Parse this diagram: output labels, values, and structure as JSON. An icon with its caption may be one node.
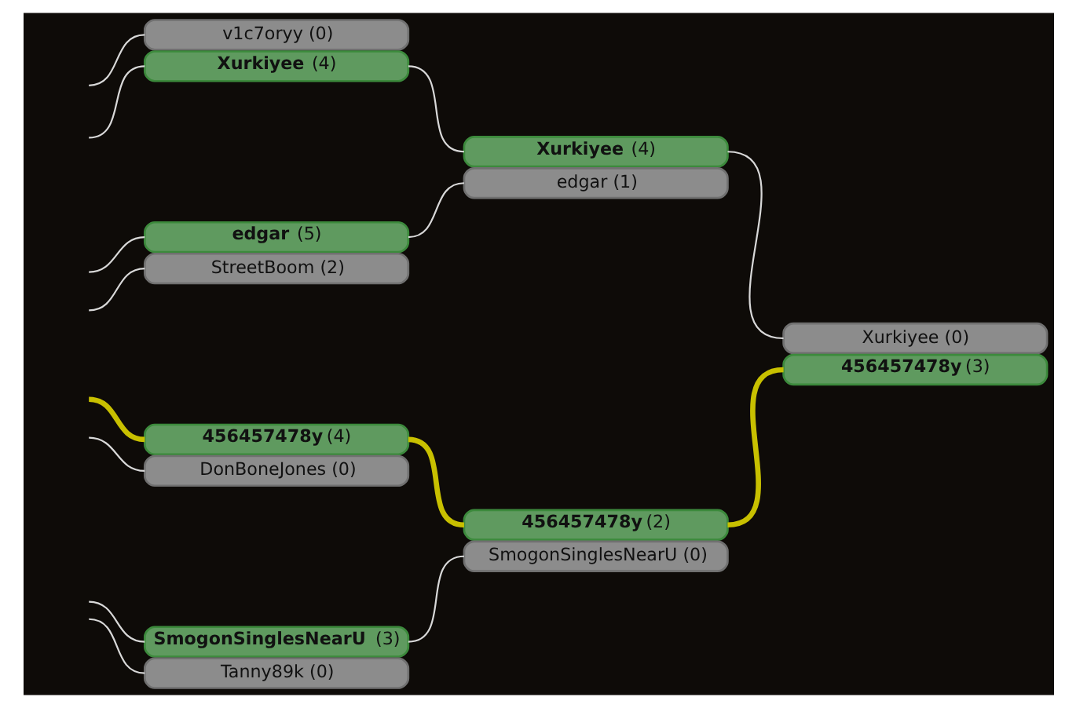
{
  "diagram": {
    "nodes": [
      {
        "text": [
          "v1c7oryy (0)"
        ]
      },
      {
        "text": [
          "**Xurkiyee** (4)"
        ]
      },
      {
        "text": [
          "**Xurkiyee** (4)"
        ]
      },
      {
        "text": [
          "edgar (1)"
        ]
      },
      {
        "text": [
          "**edgar** (5)"
        ]
      },
      {
        "text": [
          "StreetBoom (2)"
        ]
      },
      {
        "text": [
          "Xurkiyee (0)"
        ]
      },
      {
        "text": [
          "**456457478y** (3)"
        ]
      },
      {
        "text": [
          "**456457478y** (4)"
        ]
      },
      {
        "text": [
          "DonBoneJones (0)"
        ]
      },
      {
        "text": [
          "**456457478y** (2)"
        ]
      },
      {
        "text": [
          "SmogonSinglesNearU (0)"
        ]
      },
      {
        "text": [
          "**SmogonSinglesNearU** (3)"
        ]
      },
      {
        "text": [
          "Tanny89k (0)"
        ]
      }
    ],
    "edges": [
      {
        "from": null,
        "to": 0,
        "arrow": "none"
      },
      {
        "from": null,
        "to": 1,
        "arrow": "none"
      },
      {
        "from": null,
        "to": 4,
        "arrow": "none"
      },
      {
        "from": null,
        "to": 5,
        "arrow": "none"
      },
      {
        "from": null,
        "to": 8,
        "arrow": "none",
        "style": "thick",
        "color": "#c8c000"
      },
      {
        "from": null,
        "to": 9,
        "arrow": "none"
      },
      {
        "from": null,
        "to": 12,
        "arrow": "none"
      },
      {
        "from": null,
        "to": 13,
        "arrow": "none"
      },
      {
        "from": 1,
        "to": 2,
        "arrow": "none"
      },
      {
        "from": 4,
        "to": 3,
        "arrow": "none"
      },
      {
        "from": 8,
        "to": 10,
        "arrow": "none",
        "style": "thick",
        "color": "#c8c000"
      },
      {
        "from": 12,
        "to": 11,
        "arrow": "none"
      },
      {
        "from": 2,
        "to": 6,
        "arrow": "none"
      },
      {
        "from": 10,
        "to": 7,
        "arrow": "none",
        "style": "thick",
        "color": "#c8c000"
      }
    ]
  }
}
